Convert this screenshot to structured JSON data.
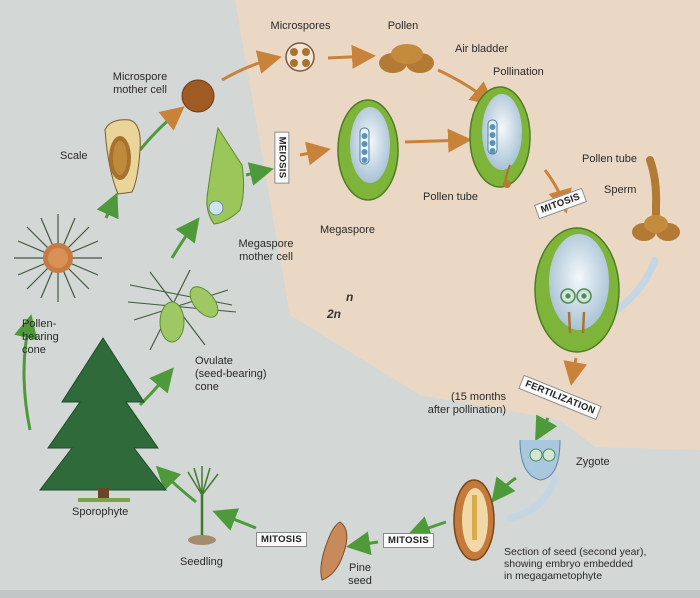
{
  "labels": {
    "microspores": "Microspores",
    "pollen": "Pollen",
    "air_bladder": "Air bladder",
    "microspore_mother_cell": "Microspore\nmother cell",
    "pollination": "Pollination",
    "scale": "Scale",
    "pollen_tube_right": "Pollen tube",
    "pollen_tube_mid": "Pollen tube",
    "sperm": "Sperm",
    "megaspore": "Megaspore",
    "megaspore_mother_cell": "Megaspore\nmother cell",
    "pollen_bearing_cone": "Pollen-\nbearing\ncone",
    "ovulate_cone": "Ovulate\n(seed-bearing)\ncone",
    "months": "(15 months\nafter pollination)",
    "zygote": "Zygote",
    "sporophyte": "Sporophyte",
    "seedling": "Seedling",
    "pine_seed": "Pine\nseed",
    "section_of_seed": "Section of seed (second year),\nshowing embryo embedded\nin megagametophyte"
  },
  "processes": {
    "meiosis": "MEIOSIS",
    "mitosis_upper": "MITOSIS",
    "fertilization": "FERTILIZATION",
    "mitosis_bottom_right": "MITOSIS",
    "mitosis_bottom_left": "MITOSIS"
  },
  "ploidy": {
    "haploid": "n",
    "diploid": "2n"
  },
  "colors": {
    "haploid_region": "#ead8c4",
    "diploid_region": "#d3d7d6",
    "arrow_haploid": "#c9823a",
    "arrow_diploid": "#4e9a3a",
    "ovule_green": "#7fb43b",
    "pollen_brown": "#a8742e"
  }
}
